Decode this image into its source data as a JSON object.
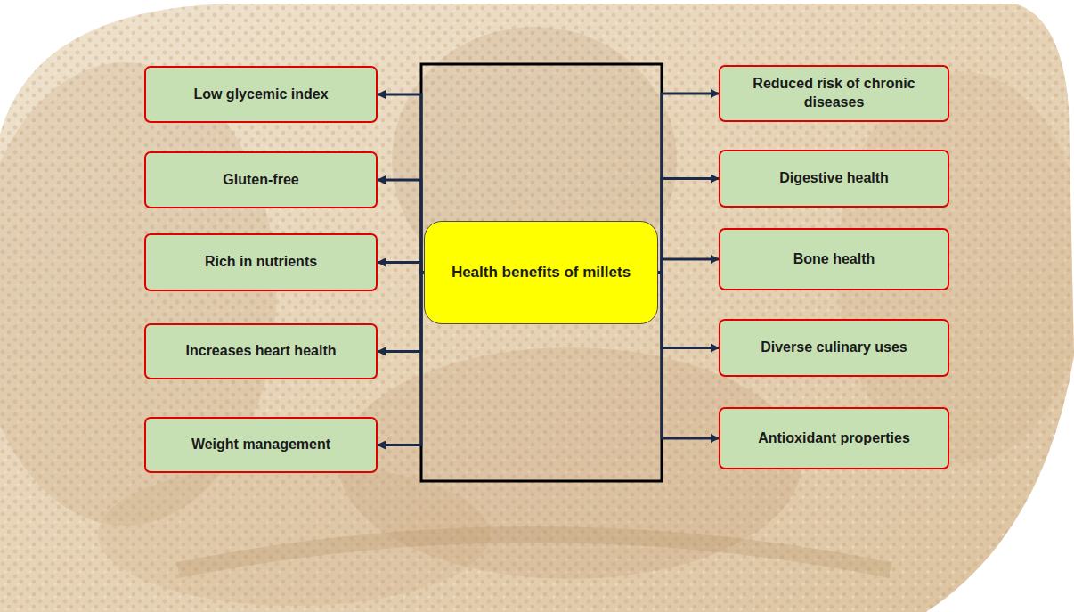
{
  "diagram": {
    "nodes": [
      {
        "text": [
          "Health benefits of millets"
        ]
      },
      {
        "text": [
          "Low glycemic index"
        ]
      },
      {
        "text": [
          "Gluten-free"
        ]
      },
      {
        "text": [
          "Rich in nutrients"
        ]
      },
      {
        "text": [
          "Increases heart health"
        ]
      },
      {
        "text": [
          "Weight management"
        ]
      },
      {
        "text": [
          "Reduced risk of chronic diseases"
        ]
      },
      {
        "text": [
          "Digestive health"
        ]
      },
      {
        "text": [
          "Bone health"
        ]
      },
      {
        "text": [
          "Diverse culinary uses"
        ]
      },
      {
        "text": [
          "Antioxidant properties"
        ]
      }
    ],
    "edges": [
      {
        "from": 0,
        "to": 1,
        "arrow": "to"
      },
      {
        "from": 0,
        "to": 2,
        "arrow": "to"
      },
      {
        "from": 0,
        "to": 3,
        "arrow": "to"
      },
      {
        "from": 0,
        "to": 4,
        "arrow": "to"
      },
      {
        "from": 0,
        "to": 5,
        "arrow": "to"
      },
      {
        "from": 0,
        "to": 6,
        "arrow": "to"
      },
      {
        "from": 0,
        "to": 7,
        "arrow": "to"
      },
      {
        "from": 0,
        "to": 8,
        "arrow": "to"
      },
      {
        "from": 0,
        "to": 9,
        "arrow": "to"
      },
      {
        "from": 0,
        "to": 10,
        "arrow": "to"
      }
    ]
  }
}
